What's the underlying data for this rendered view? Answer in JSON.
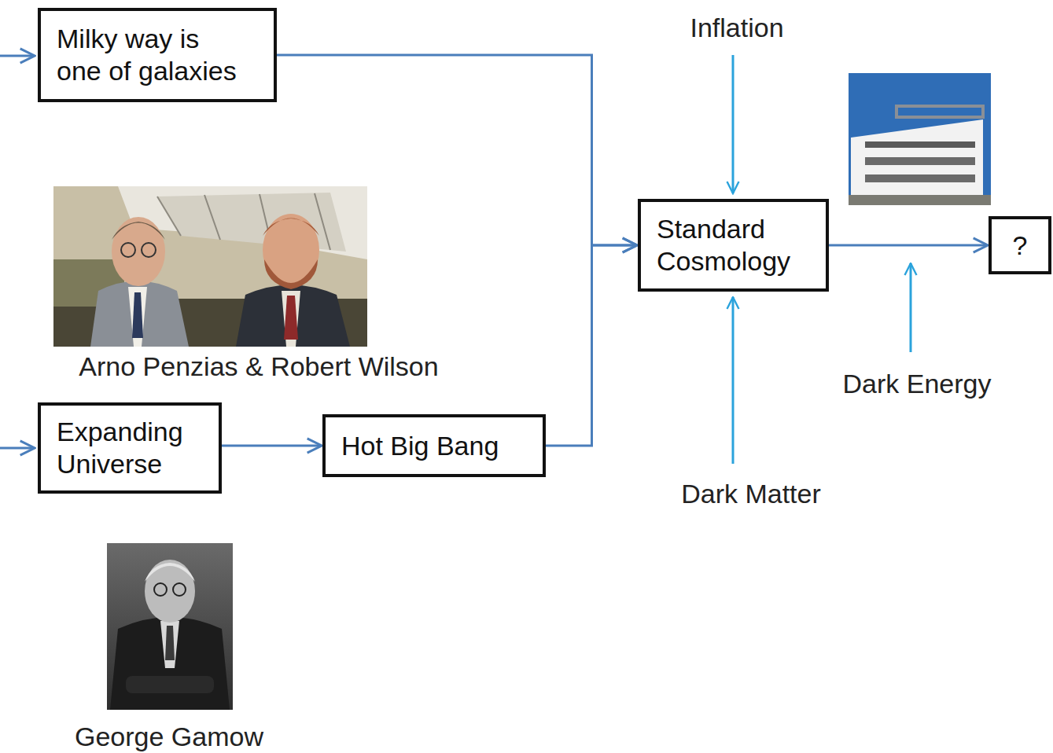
{
  "diagram": {
    "nodes": [
      {
        "text": [
          "Milky way is one of galaxies"
        ]
      },
      {
        "text": [
          "Expanding Universe"
        ]
      },
      {
        "text": [
          "Hot Big Bang"
        ]
      },
      {
        "text": [
          "Standard Cosmology"
        ]
      },
      {
        "text": [
          "?"
        ]
      }
    ],
    "edges": [
      {
        "from": 1,
        "to": 2,
        "arrow": "to"
      },
      {
        "from": 0,
        "to": 3,
        "arrow": "to"
      },
      {
        "from": 2,
        "to": 3,
        "arrow": "to"
      },
      {
        "from": 3,
        "to": 4,
        "arrow": "to"
      }
    ],
    "labels": [
      "Inflation",
      "Arno Penzias & Robert Wilson",
      "Dark Energy",
      "Dark Matter",
      "George Gamow"
    ]
  }
}
